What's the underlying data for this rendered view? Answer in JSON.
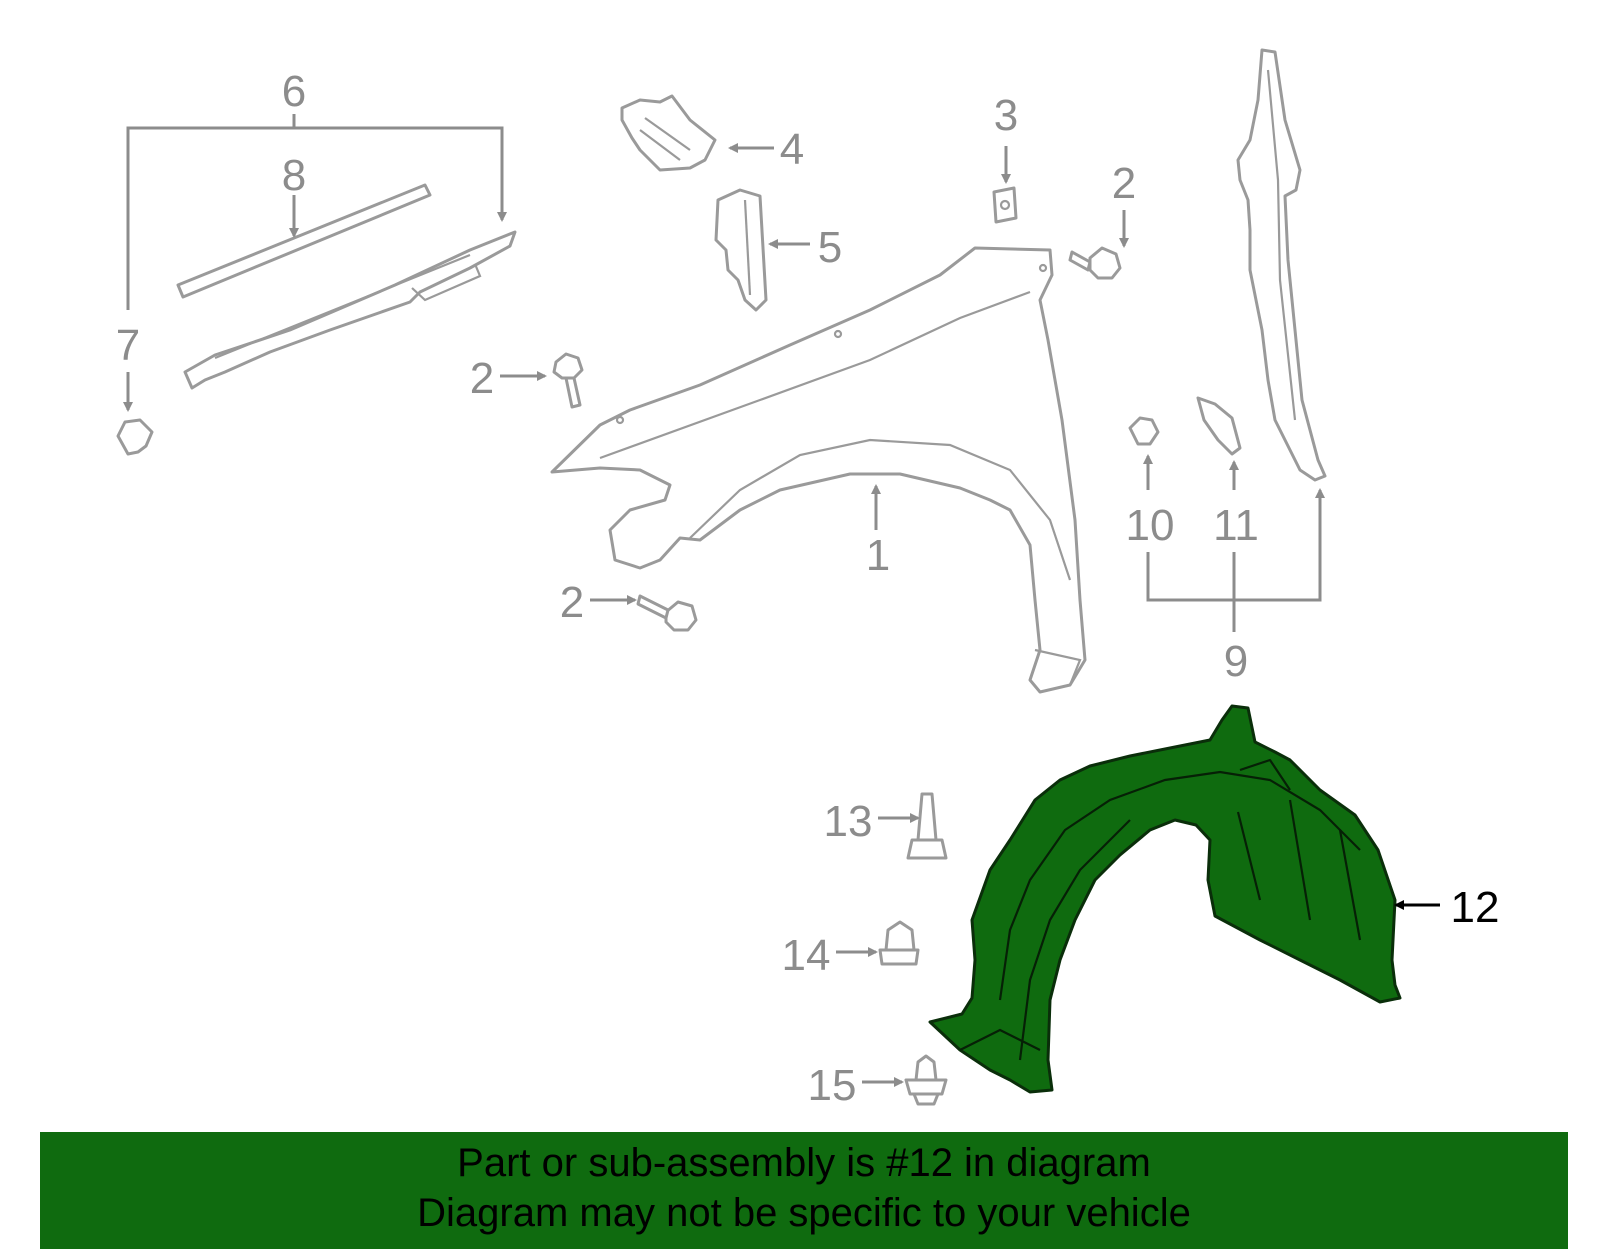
{
  "diagram": {
    "highlighted_part": "12",
    "highlight_color": "#0f6b0f",
    "part_line_color": "#9a9a9a",
    "callouts": [
      {
        "id": "c1",
        "label": "1"
      },
      {
        "id": "c2a",
        "label": "2"
      },
      {
        "id": "c2b",
        "label": "2"
      },
      {
        "id": "c2c",
        "label": "2"
      },
      {
        "id": "c3",
        "label": "3"
      },
      {
        "id": "c4",
        "label": "4"
      },
      {
        "id": "c5",
        "label": "5"
      },
      {
        "id": "c6",
        "label": "6"
      },
      {
        "id": "c7",
        "label": "7"
      },
      {
        "id": "c8",
        "label": "8"
      },
      {
        "id": "c9",
        "label": "9"
      },
      {
        "id": "c10",
        "label": "10"
      },
      {
        "id": "c11",
        "label": "11"
      },
      {
        "id": "c12",
        "label": "12"
      },
      {
        "id": "c13",
        "label": "13"
      },
      {
        "id": "c14",
        "label": "14"
      },
      {
        "id": "c15",
        "label": "15"
      }
    ]
  },
  "banner": {
    "background": "#0f6b0f",
    "line1": "Part or sub-assembly is #12 in diagram",
    "line2": "Diagram may not be specific to your vehicle"
  }
}
